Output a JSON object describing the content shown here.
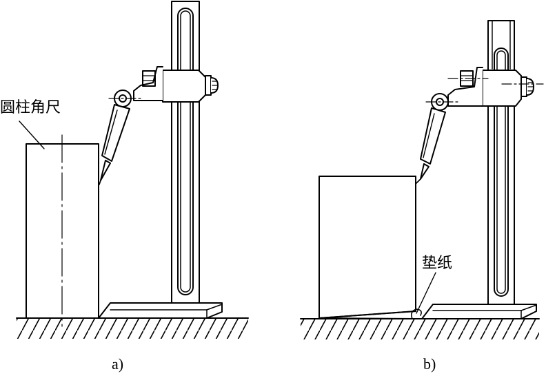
{
  "figure_a": {
    "label_cylinder_square": "圆柱角尺",
    "caption": "a)"
  },
  "figure_b": {
    "label_shim_paper": "垫纸",
    "caption": "b)"
  }
}
